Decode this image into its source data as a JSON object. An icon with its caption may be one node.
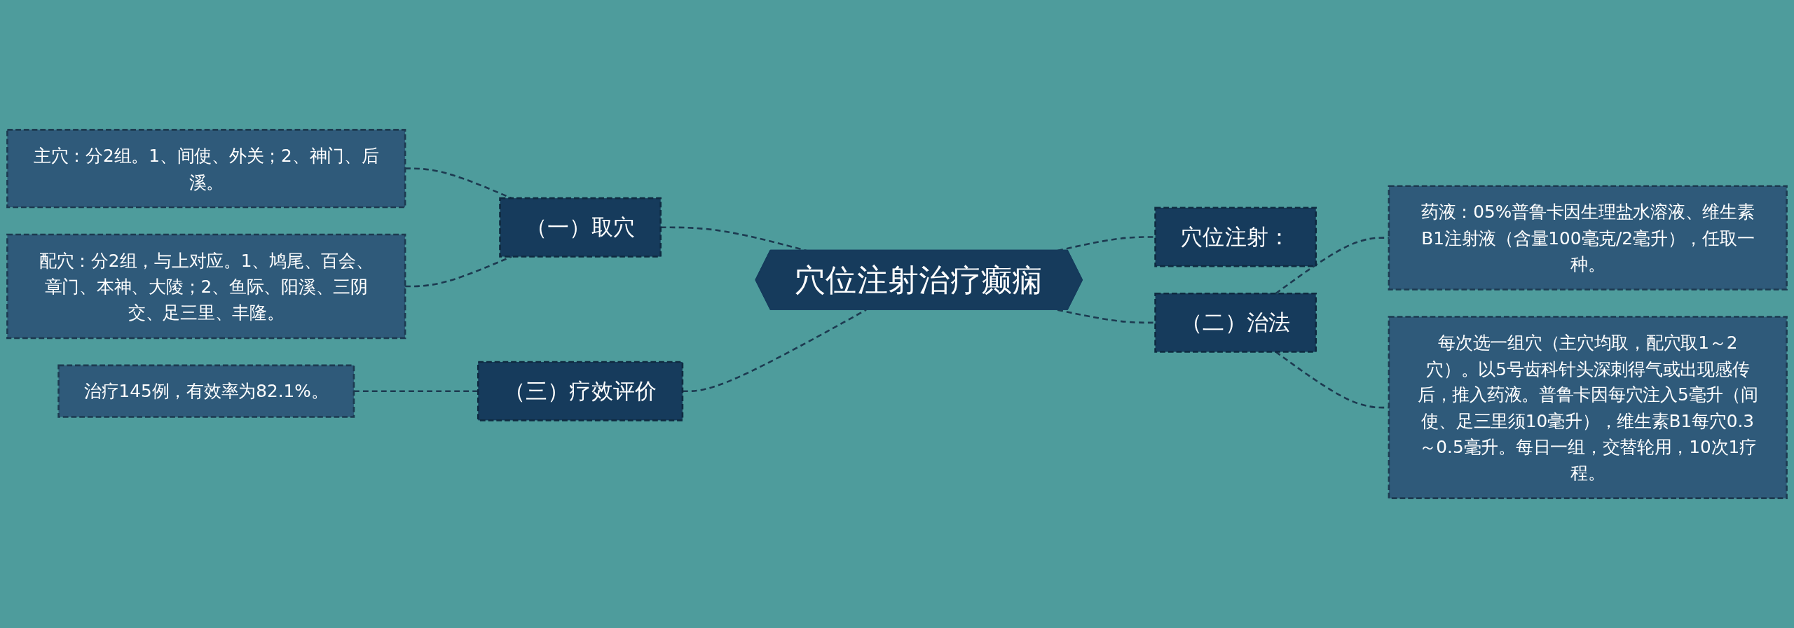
{
  "diagram": {
    "nodes": [
      {
        "text": [
          "穴位注射治疗癫痫"
        ]
      },
      {
        "text": [
          "（一）取穴"
        ]
      },
      {
        "text": [
          "主穴：分2组。1、间使、外关；2、神门、后溪。"
        ]
      },
      {
        "text": [
          "配穴：分2组，与上对应。1、鸠尾、百会、章门、本神、大陵；2、鱼际、阳溪、三阴交、足三里、丰隆。"
        ]
      },
      {
        "text": [
          "（三）疗效评价"
        ]
      },
      {
        "text": [
          "治疗145例，有效率为82.1%。"
        ]
      },
      {
        "text": [
          "穴位注射："
        ]
      },
      {
        "text": [
          "（二）治法"
        ]
      },
      {
        "text": [
          "药液：05%普鲁卡因生理盐水溶液、维生素B1注射液（含量100毫克/2毫升），任取一种。"
        ]
      },
      {
        "text": [
          "每次选一组穴（主穴均取，配穴取1～2穴）。以5号齿科针头深刺得气或出现感传后，推入药液。普鲁卡因每穴注入5毫升（间使、足三里须10毫升），维生素B1每穴0.3～0.5毫升。每日一组，交替轮用，10次1疗程。"
        ]
      }
    ],
    "edges": [
      {
        "from": 2,
        "to": 1,
        "arrow": "none",
        "style": "dashed"
      },
      {
        "from": 3,
        "to": 1,
        "arrow": "none",
        "style": "dashed"
      },
      {
        "from": 1,
        "to": 0,
        "arrow": "none",
        "style": "dashed"
      },
      {
        "from": 5,
        "to": 4,
        "arrow": "none",
        "style": "dashed"
      },
      {
        "from": 4,
        "to": 0,
        "arrow": "none",
        "style": "dashed"
      },
      {
        "from": 0,
        "to": 6,
        "arrow": "none",
        "style": "dashed"
      },
      {
        "from": 0,
        "to": 7,
        "arrow": "none",
        "style": "dashed"
      },
      {
        "from": 7,
        "to": 8,
        "arrow": "none",
        "style": "dashed"
      },
      {
        "from": 7,
        "to": 9,
        "arrow": "none",
        "style": "dashed"
      }
    ]
  }
}
